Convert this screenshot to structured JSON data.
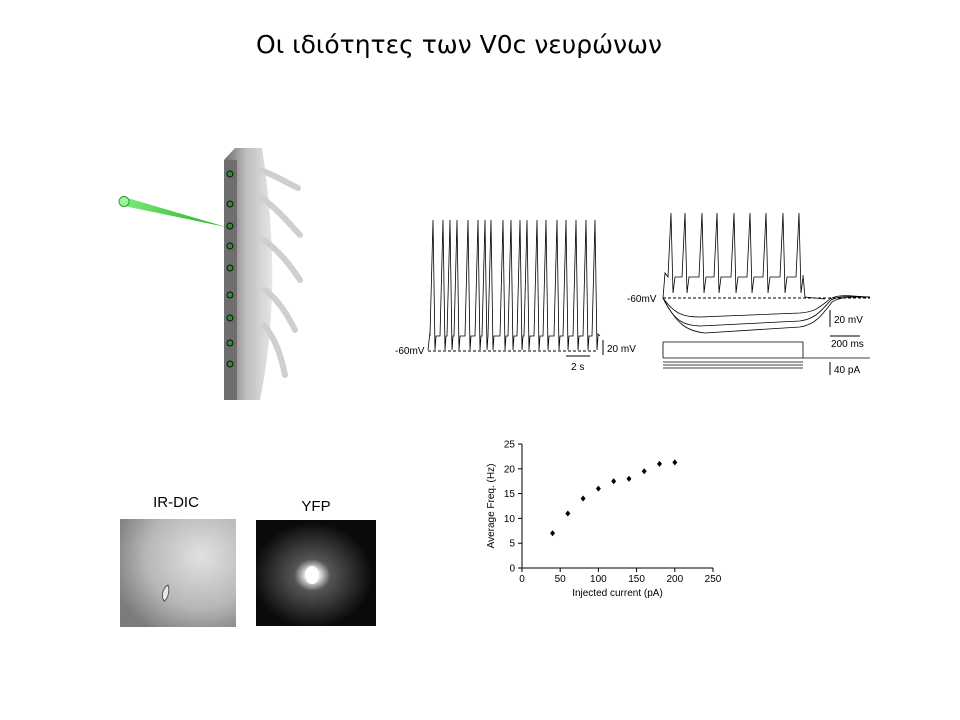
{
  "slide": {
    "title": "Οι ιδιότητες των V0c νευρώνων"
  },
  "recording_a": {
    "resting_label": "-60mV",
    "voltage_scale": "20 mV",
    "time_scale": "2 s"
  },
  "recording_b": {
    "resting_label": "-60mV",
    "voltage_scale": "20 mV",
    "time_scale": "200 ms",
    "current_scale": "40 pA"
  },
  "microscopy": {
    "left_label": "IR-DIC",
    "right_label": "YFP"
  },
  "chart_data": {
    "type": "scatter",
    "xlabel": "Injected current (pA)",
    "ylabel": "Average Freq. (Hz)",
    "xlim": [
      0,
      250
    ],
    "ylim": [
      0,
      25
    ],
    "xticks": [
      0,
      50,
      100,
      150,
      200,
      250
    ],
    "yticks": [
      0,
      5,
      10,
      15,
      20,
      25
    ],
    "x": [
      40,
      60,
      80,
      100,
      120,
      140,
      160,
      180,
      200
    ],
    "y": [
      7,
      11,
      14,
      16,
      17.5,
      18,
      19.5,
      21,
      21.3
    ]
  }
}
